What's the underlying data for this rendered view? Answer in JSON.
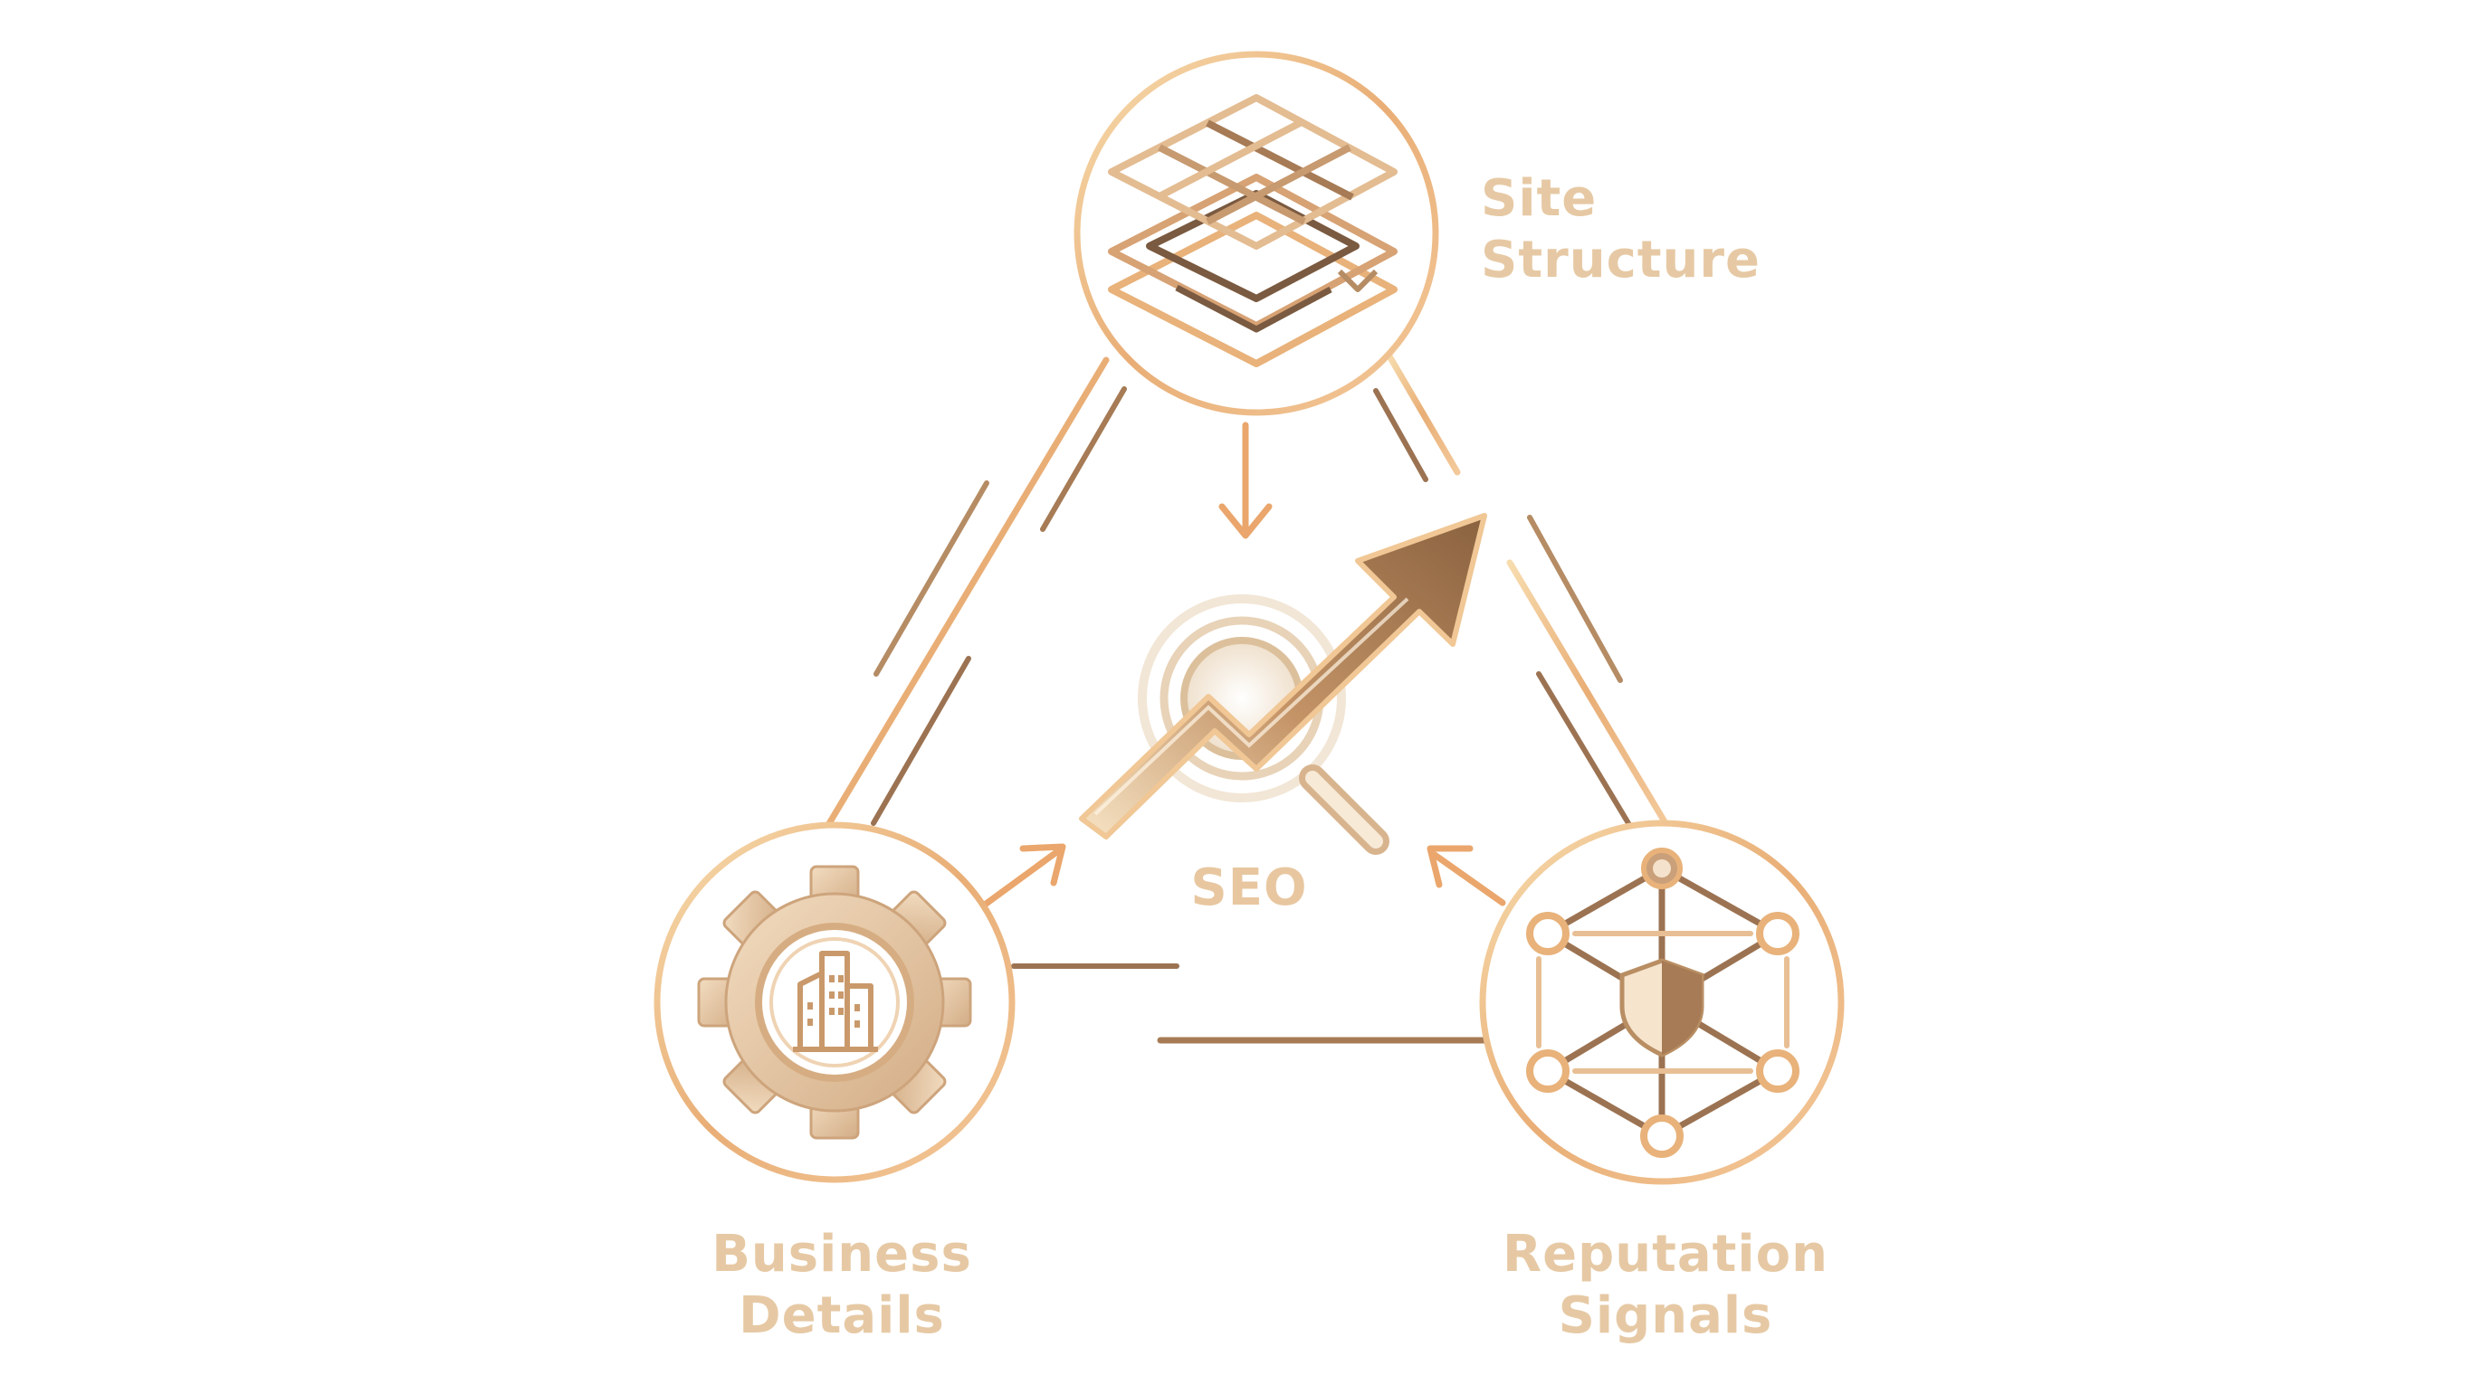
{
  "diagram": {
    "center_label": "SEO",
    "nodes": {
      "top": {
        "line1": "Site",
        "line2": "Structure",
        "icon": "layered-grid-icon"
      },
      "left": {
        "line1": "Business",
        "line2": "Details",
        "icon": "gear-building-icon"
      },
      "right": {
        "line1": "Reputation",
        "line2": "Signals",
        "icon": "network-shield-icon"
      }
    },
    "center_icon": "magnifier-growth-arrow-icon",
    "colors": {
      "gold_light": "#f3d7a8",
      "gold": "#e8b27a",
      "bronze": "#b98e63",
      "dark_bronze": "#8c6a4b",
      "label": "#e6c9a4"
    }
  }
}
